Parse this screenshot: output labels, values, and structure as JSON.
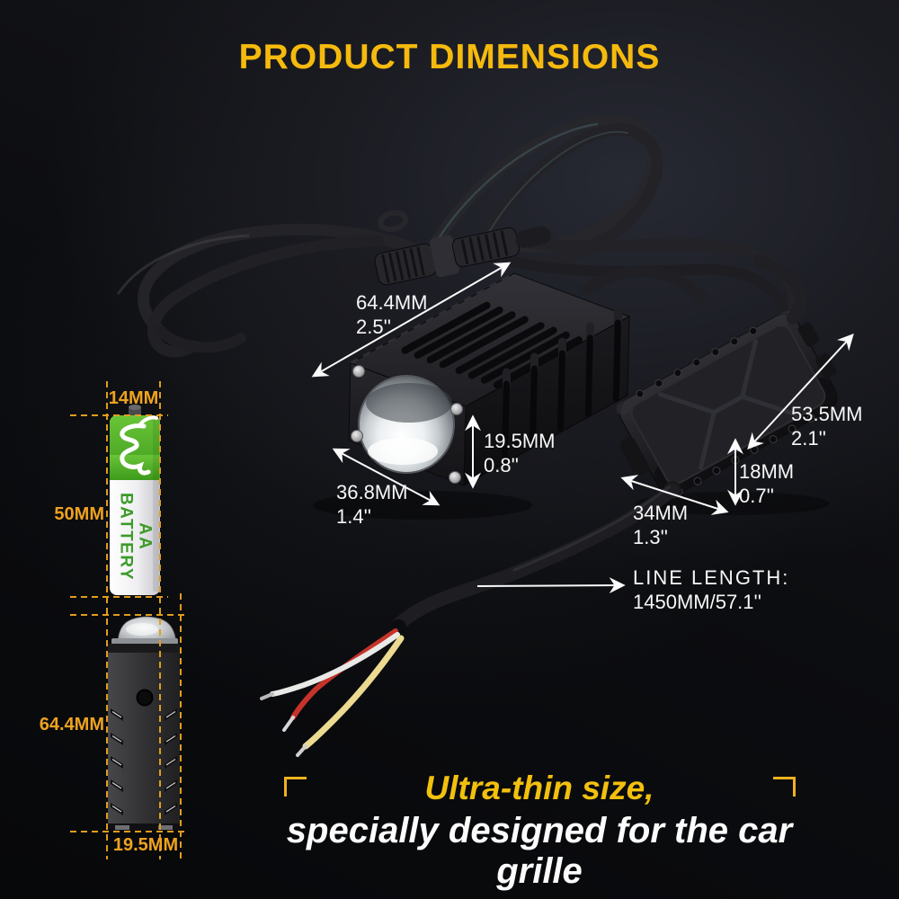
{
  "title": "PRODUCT DIMENSIONS",
  "colors": {
    "accent_gold": "#F5BA0D",
    "accent_orange": "#EFA31F",
    "dimension_text": "#F7F7F7",
    "battery_green": "#3C9B28"
  },
  "dimensions": {
    "lamp_width_mm": "64.4MM",
    "lamp_width_in": "2.5''",
    "lamp_height_mm": "19.5MM",
    "lamp_height_in": "0.8''",
    "lamp_depth_mm": "36.8MM",
    "lamp_depth_in": "1.4''",
    "driver_length_mm": "53.5MM",
    "driver_length_in": "2.1''",
    "driver_height_mm": "18MM",
    "driver_height_in": "0.7''",
    "driver_width_mm": "34MM",
    "driver_width_in": "1.3''"
  },
  "cable": {
    "label": "LINE LENGTH:",
    "value": "1450MM/57.1''"
  },
  "battery_comparison": {
    "battery_width": "14MM",
    "battery_height": "50MM",
    "product_height": "64.4MM",
    "product_width": "19.5MM",
    "battery_text_line1": "AA",
    "battery_text_line2": "BATTERY"
  },
  "tagline": {
    "line1": "Ultra-thin size,",
    "line2": "specially designed for the car grille"
  }
}
